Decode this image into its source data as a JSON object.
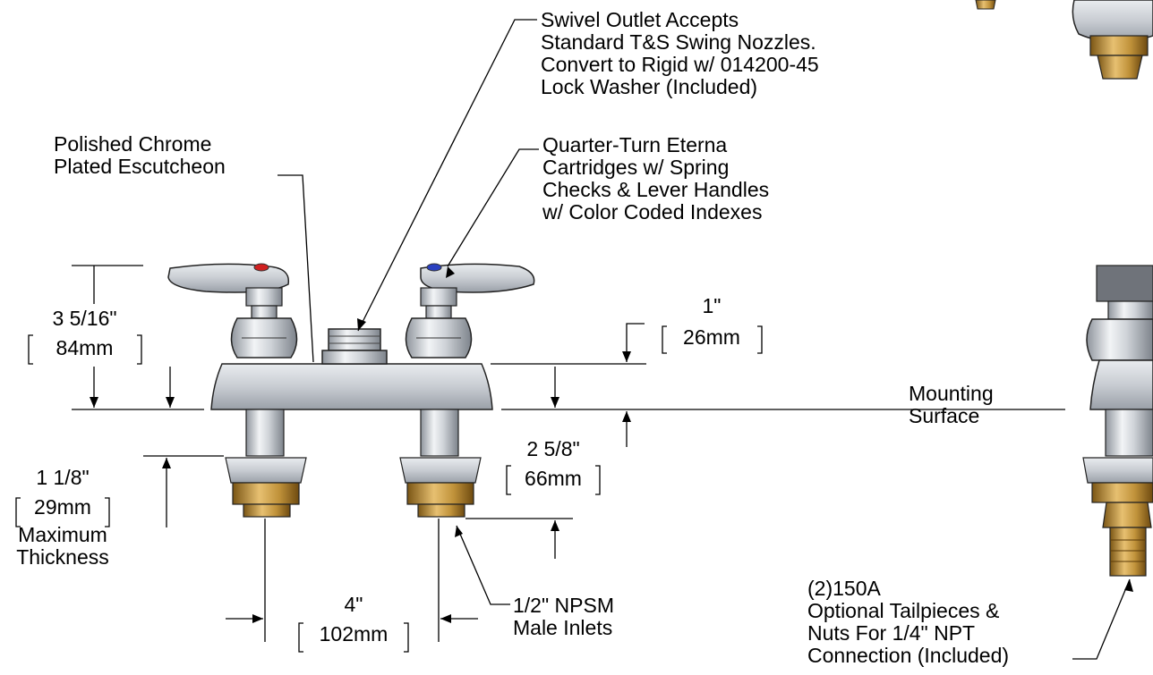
{
  "callouts": {
    "swivel_outlet": [
      "Swivel Outlet Accepts",
      "Standard T&S Swing Nozzles.",
      "Convert to Rigid w/ 014200-45",
      "Lock Washer (Included)"
    ],
    "escutcheon": [
      "Polished Chrome",
      "Plated Escutcheon"
    ],
    "cartridges": [
      "Quarter-Turn Eterna",
      "Cartridges w/ Spring",
      "Checks & Lever Handles",
      "w/ Color Coded Indexes"
    ],
    "mounting_surface": [
      "Mounting",
      "Surface"
    ],
    "inlets": [
      "1/2\" NPSM",
      "Male Inlets"
    ],
    "tailpieces": [
      "(2)150A",
      "Optional Tailpieces &",
      "Nuts For 1/4\" NPT",
      "Connection (Included)"
    ]
  },
  "dimensions": {
    "height_above": {
      "imperial": "3 5/16\"",
      "metric": "84mm"
    },
    "outlet_height": {
      "imperial": "1\"",
      "metric": "26mm"
    },
    "shank_length": {
      "imperial": "2 5/8\"",
      "metric": "66mm"
    },
    "max_thickness": {
      "imperial": "1 1/8\"",
      "metric": "29mm",
      "caption": [
        "Maximum",
        "Thickness"
      ]
    },
    "centers": {
      "imperial": "4\"",
      "metric": "102mm"
    }
  },
  "colors": {
    "chrome": "#c8ccd2",
    "brass": "#b8862e",
    "hot_index": "#d02020",
    "cold_index": "#2a40c0"
  }
}
